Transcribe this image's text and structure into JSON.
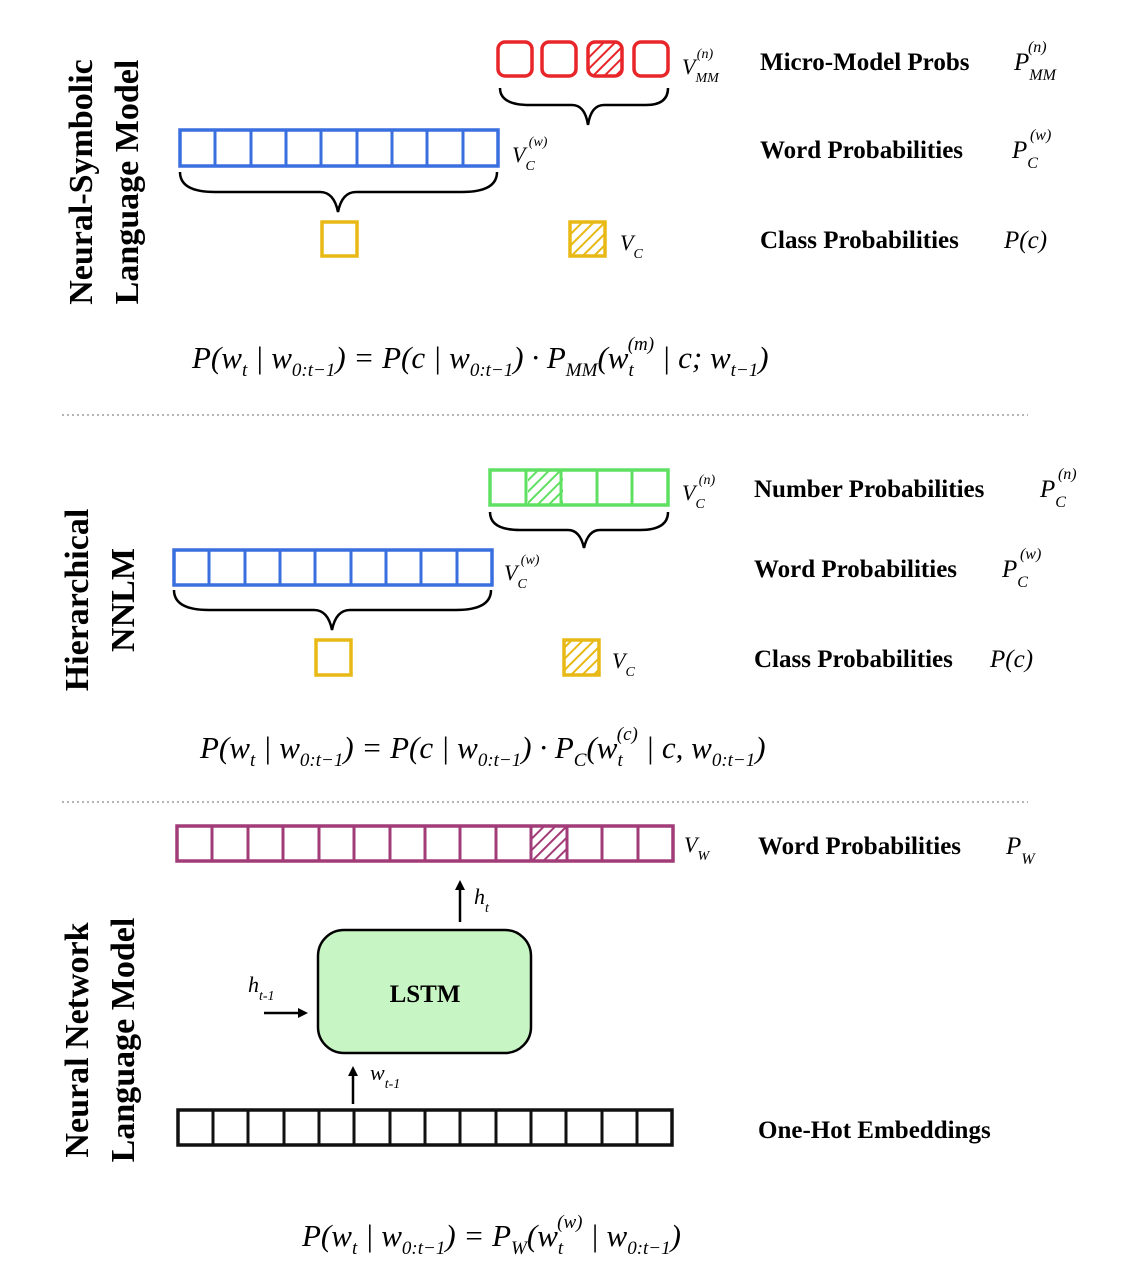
{
  "colors": {
    "micro_model": "#e8262a",
    "word": "#3a6fe0",
    "class": "#e8b914",
    "number": "#5fe062",
    "output": "#a23c78",
    "lstm_fill": "#c8f5c4",
    "onehot": "#111111",
    "separator": "#b5b5b5"
  },
  "sections": {
    "nslm": {
      "title_line1": "Neural-Symbolic",
      "title_line2": "Language Model",
      "micro_model_label": "Micro-Model Probs",
      "word_label": "Word Probabilities",
      "class_label": "Class Probabilities",
      "micro_model_cells": 4,
      "micro_model_highlight_index": 2,
      "word_cells": 9,
      "equation": {
        "lhs": "P(w_t | w_{0:t-1})",
        "rhs_1": "P(c | w_{0:t-1})",
        "rhs_2": "P_{MM}(w_t^{(m)} | c; w_{t-1})"
      }
    },
    "hnnlm": {
      "title_line1": "Hierarchical",
      "title_line2": "NNLM",
      "number_label": "Number Probabilities",
      "word_label": "Word Probabilities",
      "class_label": "Class Probabilities",
      "number_cells": 5,
      "number_highlight_index": 1,
      "word_cells": 9,
      "equation": {
        "lhs": "P(w_t | w_{0:t-1})",
        "rhs_1": "P(c | w_{0:t-1})",
        "rhs_2": "P_C(w_t^{(c)} | c, w_{0:t-1})"
      }
    },
    "nnlm": {
      "title_line1": "Neural Network",
      "title_line2": "Language Model",
      "word_label": "Word Probabilities",
      "onehot_label": "One-Hot Embeddings",
      "lstm_label": "LSTM",
      "output_cells": 14,
      "output_highlight_index": 10,
      "onehot_cells": 14,
      "equation": {
        "lhs": "P(w_t | w_{0:t-1})",
        "rhs": "P_W(w_t^{(w)} | w_{0:t-1})"
      }
    }
  }
}
